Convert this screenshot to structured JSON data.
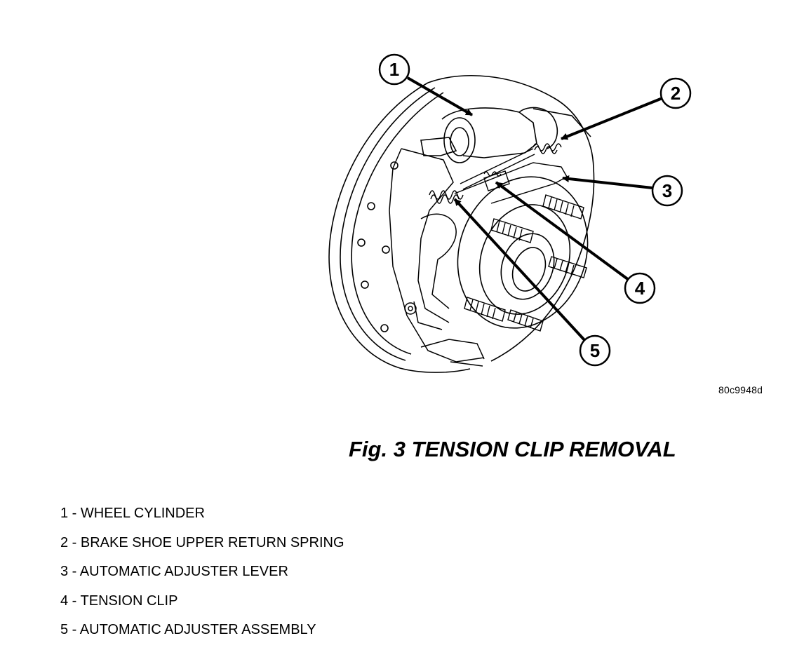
{
  "figure": {
    "code": "80c9948d",
    "title": "Fig. 3 TENSION CLIP REMOVAL"
  },
  "callouts": [
    {
      "number": "1"
    },
    {
      "number": "2"
    },
    {
      "number": "3"
    },
    {
      "number": "4"
    },
    {
      "number": "5"
    }
  ],
  "legend": [
    {
      "text": "1 - WHEEL CYLINDER"
    },
    {
      "text": "2 - BRAKE SHOE UPPER RETURN SPRING"
    },
    {
      "text": "3 - AUTOMATIC ADJUSTER LEVER"
    },
    {
      "text": "4 - TENSION CLIP"
    },
    {
      "text": "5 - AUTOMATIC ADJUSTER ASSEMBLY"
    }
  ]
}
